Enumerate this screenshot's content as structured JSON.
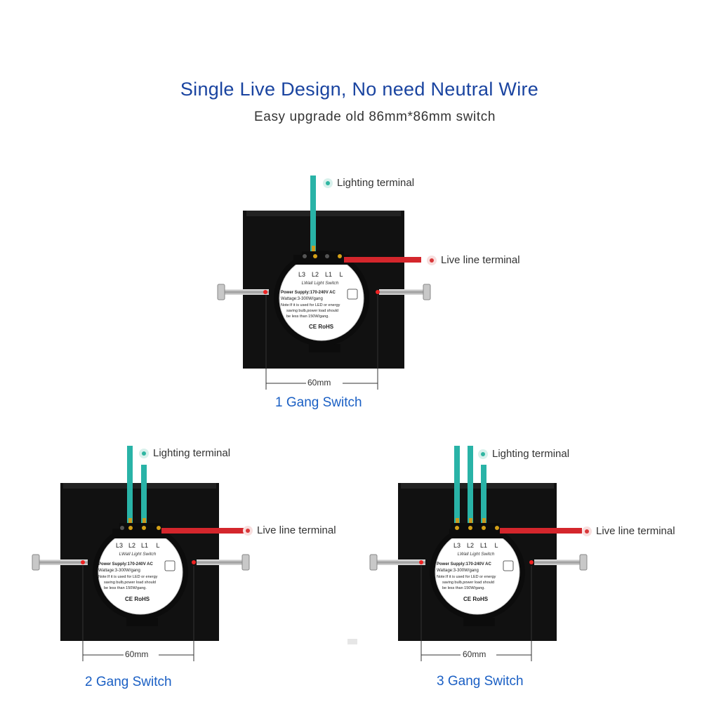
{
  "header": {
    "title": "Single Live Design, No need Neutral Wire",
    "subtitle": "Easy upgrade old 86mm*86mm switch"
  },
  "colors": {
    "title": "#1a44a0",
    "caption": "#1a5fc4",
    "teal_wire": "#29b3a7",
    "live_wire": "#d4262c",
    "panel": "#111111"
  },
  "switches": [
    {
      "caption": "1 Gang Switch",
      "lighting_label": "Lighting terminal",
      "live_label": "Live line terminal",
      "dimension": "60mm"
    },
    {
      "caption": "2 Gang Switch",
      "lighting_label": "Lighting terminal",
      "live_label": "Live line terminal",
      "dimension": "60mm"
    },
    {
      "caption": "3 Gang Switch",
      "lighting_label": "Lighting terminal",
      "live_label": "Live line terminal",
      "dimension": "60mm"
    }
  ],
  "label_module": {
    "terminals": [
      "L3",
      "L2",
      "L1",
      "L"
    ],
    "product": "LWall Light Switch",
    "power_supply": "Power Supply:170-240V  AC",
    "wattage": "Wattage:3-300W/gang",
    "note_1": "Note:If it is used for LED or energy",
    "note_2": "saving bulb,power load should",
    "note_3": "be less than 150W/gang.",
    "cert": "CE RoHS"
  }
}
